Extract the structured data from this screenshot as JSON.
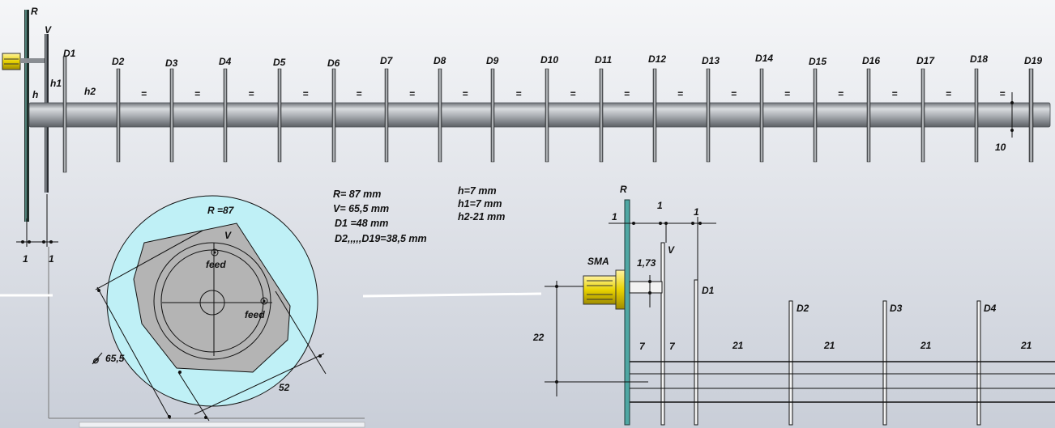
{
  "antenna": {
    "reflector": "R",
    "vibrator": "V",
    "directors": [
      "D1",
      "D2",
      "D3",
      "D4",
      "D5",
      "D6",
      "D7",
      "D8",
      "D9",
      "D10",
      "D11",
      "D12",
      "D13",
      "D14",
      "D15",
      "D16",
      "D17",
      "D18",
      "D19"
    ],
    "equal_mark": "=",
    "gap_h": "h",
    "gap_h1": "h1",
    "gap_h2": "h2",
    "boom_dim": "10",
    "thick_left": "1",
    "thick_right": "1"
  },
  "specs": {
    "lines": [
      "R= 87   mm",
      "V= 65,5   mm",
      "D1 =48  mm",
      "D2,,,,,D19=38,5 mm"
    ]
  },
  "gaps": {
    "lines": [
      "h=7 mm",
      "h1=7 mm",
      "h2-21 mm"
    ]
  },
  "front_view": {
    "radius_label": "R =87",
    "vibrator_label": "V",
    "feed_top": "feed",
    "feed_right": "feed",
    "diameter_label": "65,5",
    "diameter_symbol": "⌀",
    "side_label": "52"
  },
  "side_view": {
    "reflector_label": "R",
    "sma_label": "SMA",
    "vibrator_label": "V",
    "d1_label": "D1",
    "d2_label": "D2",
    "d3_label": "D3",
    "d4_label": "D4",
    "dim_1_left": "1",
    "dim_1_mid": "1",
    "dim_1_right": "1",
    "dim_173": "1,73",
    "dim_22": "22",
    "dim_7a": "7",
    "dim_7b": "7",
    "dim_21": [
      "21",
      "21",
      "21",
      "21"
    ]
  }
}
